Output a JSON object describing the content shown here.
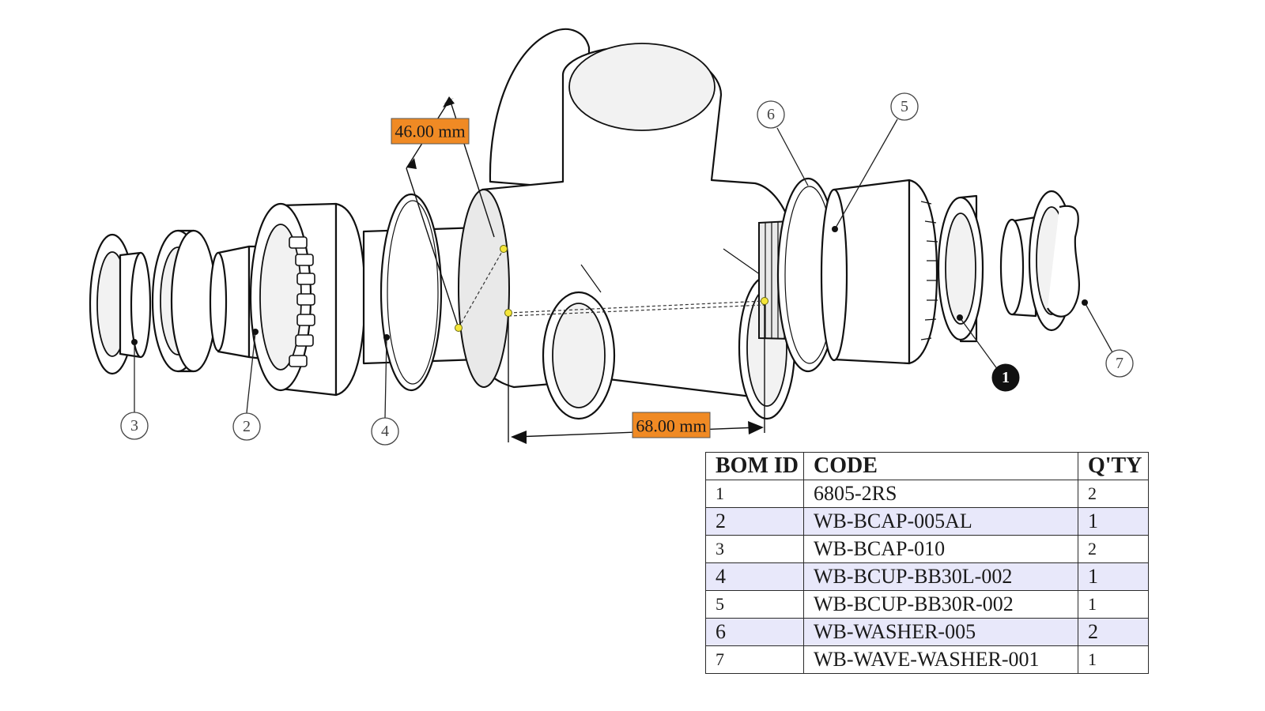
{
  "dimensions": [
    {
      "label": "46.00 mm"
    },
    {
      "label": "68.00 mm"
    }
  ],
  "callouts": [
    {
      "id": "3"
    },
    {
      "id": "2"
    },
    {
      "id": "4"
    },
    {
      "id": "6"
    },
    {
      "id": "5"
    },
    {
      "id": "1"
    },
    {
      "id": "7"
    }
  ],
  "bom": {
    "headers": {
      "id": "BOM ID",
      "code": "CODE",
      "qty": "Q'TY"
    },
    "rows": [
      {
        "id": "1",
        "code": "6805-2RS",
        "qty": "2"
      },
      {
        "id": "2",
        "code": "WB-BCAP-005AL",
        "qty": "1"
      },
      {
        "id": "3",
        "code": "WB-BCAP-010",
        "qty": "2"
      },
      {
        "id": "4",
        "code": "WB-BCUP-BB30L-002",
        "qty": "1"
      },
      {
        "id": "5",
        "code": "WB-BCUP-BB30R-002",
        "qty": "1"
      },
      {
        "id": "6",
        "code": "WB-WASHER-005",
        "qty": "2"
      },
      {
        "id": "7",
        "code": "WB-WAVE-WASHER-001",
        "qty": "1"
      }
    ]
  },
  "colors": {
    "dimension_label": "#f08a24",
    "table_row_alt": "#e8e8fa",
    "pick_point": "#f5e63a"
  }
}
